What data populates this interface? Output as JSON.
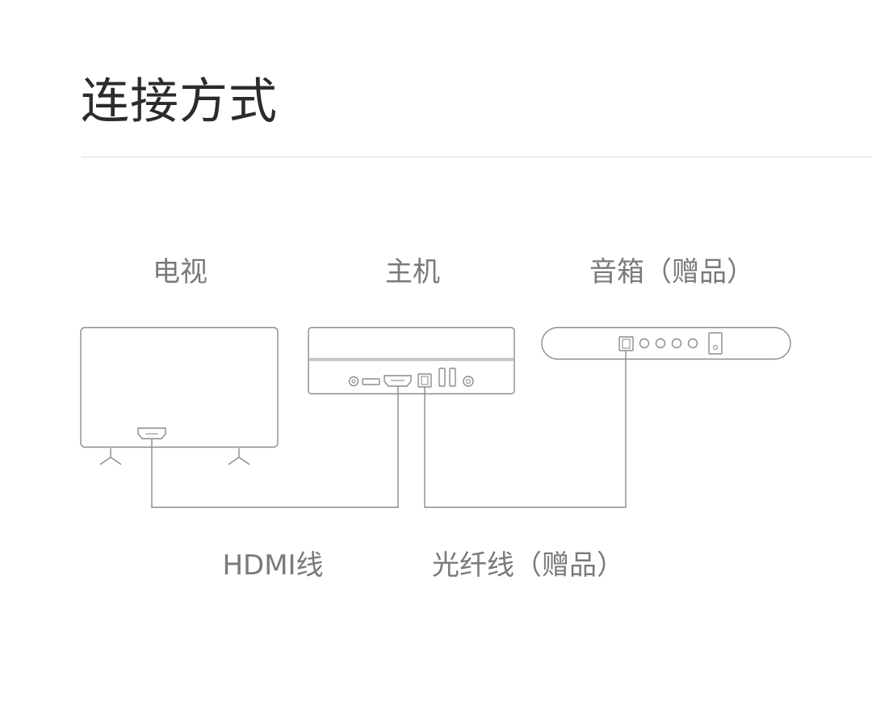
{
  "title": "连接方式",
  "devices": {
    "tv": "电视",
    "host": "主机",
    "speaker": "音箱（赠品）"
  },
  "cables": {
    "hdmi": "HDMI线",
    "optical": "光纤线（赠品）"
  },
  "colors": {
    "title": "#2b2b2b",
    "label": "#7a7a7a",
    "line": "#8c8c8c",
    "divider": "#dcdcdc"
  }
}
